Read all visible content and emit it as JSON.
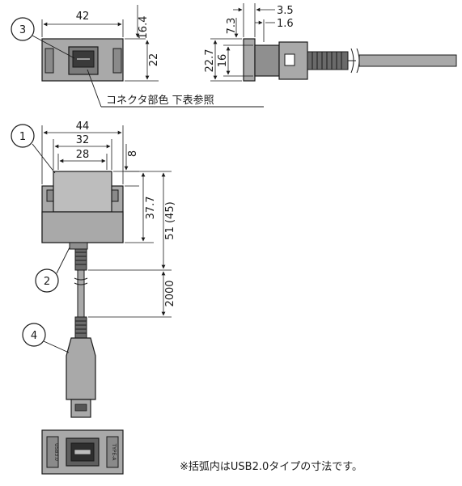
{
  "callouts": {
    "part1": "1",
    "part2": "2",
    "part3": "3",
    "part4": "4"
  },
  "top_front": {
    "width": "42",
    "height": "22",
    "offset": "16.4"
  },
  "top_side": {
    "d1": "3.5",
    "d2": "1.6",
    "d3": "7.3",
    "d4": "22.7",
    "d5": "16"
  },
  "connector_note": "コネクタ部色 下表参照",
  "body": {
    "w_outer": "44",
    "w_mid": "32",
    "w_inner": "28",
    "d_top": "8",
    "d_mid": "37.7",
    "d_total": "51 (45)"
  },
  "cable": {
    "length": "2000"
  },
  "footnote": "※括弧内はUSB2.0タイプの寸法です。",
  "plate": {
    "left_label": "USB3.0",
    "right_label": "TYPE-A"
  },
  "colors": {
    "body": "#a9a9a9",
    "dark": "#5a5a5a",
    "line": "#1a1a1a"
  }
}
